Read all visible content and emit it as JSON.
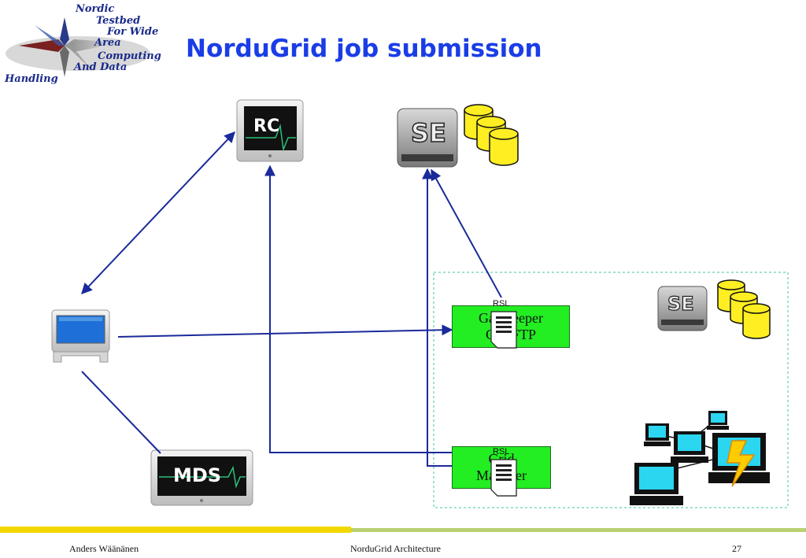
{
  "slide": {
    "title": "NorduGrid job submission",
    "logo_lines": [
      "Nordic",
      "Testbed",
      "For Wide",
      "Area",
      "Computing",
      "And Data",
      "Handling"
    ]
  },
  "nodes": {
    "rc_label": "RC",
    "mds_label": "MDS",
    "se_label": "SE",
    "cluster_se_label": "SE",
    "gatekeeper_line1": "Gatekeeper",
    "gatekeeper_line2": "GridFTP",
    "gridmanager_line1": "Grid",
    "gridmanager_line2": "Manager",
    "rsl_label_1": "RSL",
    "rsl_label_2": "RSL"
  },
  "footer": {
    "author": "Anders Wäänänen",
    "center": "NorduGrid Architecture",
    "page": "27"
  },
  "colors": {
    "title": "#1a3de6",
    "arrow": "#1a2a9a",
    "box_fill": "#22ee22",
    "cluster_border": "#7ed8c0",
    "bar_yellow": "#f2d800",
    "bar_green": "#b8d070"
  }
}
